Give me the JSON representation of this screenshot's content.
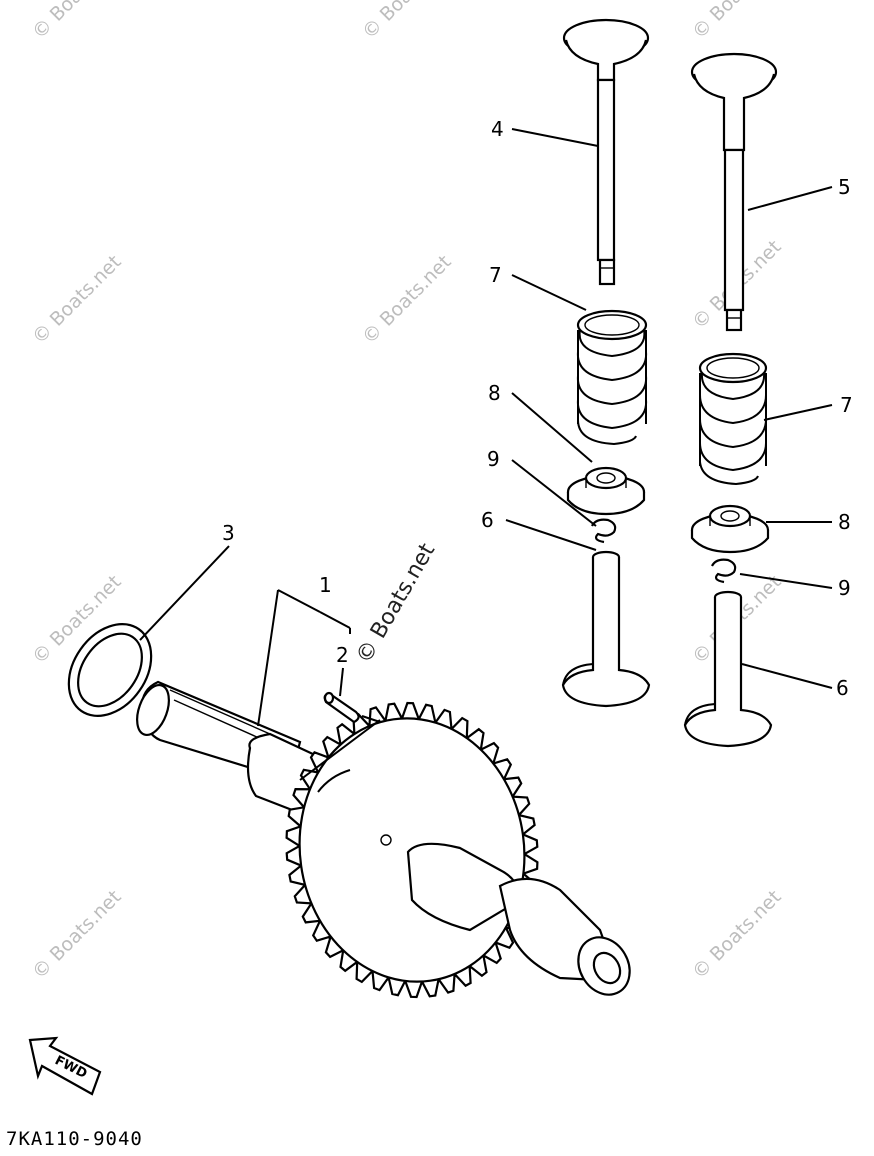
{
  "callouts": {
    "n1": "1",
    "n2": "2",
    "n3": "3",
    "n4": "4",
    "n5": "5",
    "n6a": "6",
    "n6b": "6",
    "n7a": "7",
    "n7b": "7",
    "n8a": "8",
    "n8b": "8",
    "n9a": "9",
    "n9b": "9"
  },
  "fwd_label": "FWD",
  "part_code": "7KA110-9040",
  "watermark": "© Boats.net",
  "colors": {
    "line": "#000000",
    "background": "#ffffff",
    "watermark": "#bdbdbd"
  }
}
